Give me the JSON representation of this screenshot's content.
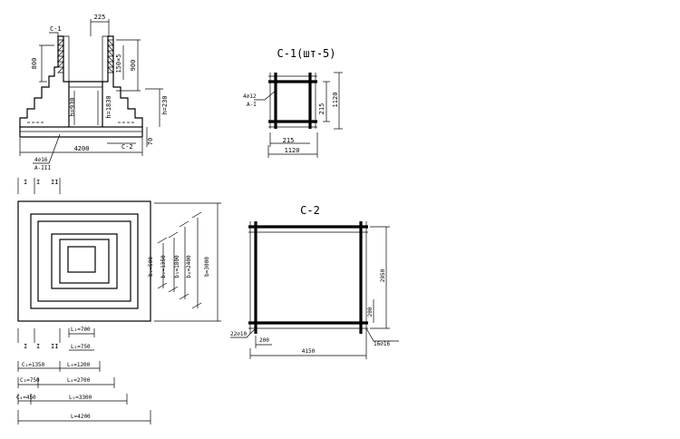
{
  "section": {
    "c1_tag": "C-1",
    "top_width": "225",
    "h_left": "800",
    "h_right": "900",
    "step_note": "150×5",
    "h_inner": "h=930",
    "h_inner2": "h=1830",
    "h_base": "h=230",
    "base_tag": "C-2",
    "width": "4200",
    "base_h": "70",
    "bars": "4∅16",
    "cut": "A-III"
  },
  "c1": {
    "title": "C-1(шт-5)",
    "bars": "4∅12",
    "cut": "A-I",
    "dim_inner_v": "215",
    "dim_outer_v": "1120",
    "dim_inner_h": "215",
    "dim_outer_h": "1120"
  },
  "plan": {
    "cut_top_a": "I",
    "cut_top_b": "I",
    "cut_top_c": "II",
    "cut_bot_a": "I",
    "cut_bot_b": "I",
    "cut_bot_c": "II",
    "v1": "b₁=500",
    "v2": "b₂=1350",
    "v3": "b₃=1800",
    "v4": "b₄=2400",
    "v5": "b=3000",
    "l1": "L₁=700",
    "l2": "L₂=750",
    "l3": "C₂=1350",
    "l4": "L₃=1200",
    "l5": "C₃=750",
    "l6": "L₄=2700",
    "l7": "C₄=450",
    "l8": "L₅=3300",
    "l9": "L=4200"
  },
  "c2": {
    "title": "C-2",
    "left_note": "22∅10",
    "dim_v": "2950",
    "dim_v_small": "200",
    "dim_h_small": "200",
    "dim_h": "4150",
    "right_note": "16∅16"
  }
}
